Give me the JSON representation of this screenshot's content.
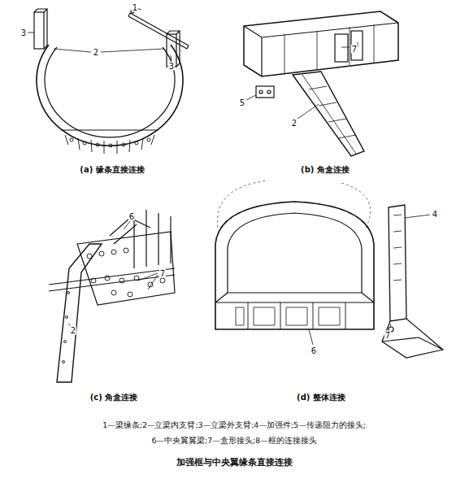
{
  "diagram": {
    "title": "加强框与中央翼缘条直接连接",
    "labels": [
      "1",
      "2",
      "3",
      "3",
      "(a) 缘条直接连接",
      "7",
      "5",
      "2",
      "(b) 角盒连接",
      "6",
      "7",
      "2",
      "(c) 角盒连接",
      "4",
      "7",
      "6",
      "(d) 整体连接",
      "1—梁缘条;2—立梁内支臂;3—立梁外支臂;4—加强件;5—传递阻力的接头;",
      "6—中央翼翼梁;7—盒形接头;8—框的连接接头"
    ]
  }
}
